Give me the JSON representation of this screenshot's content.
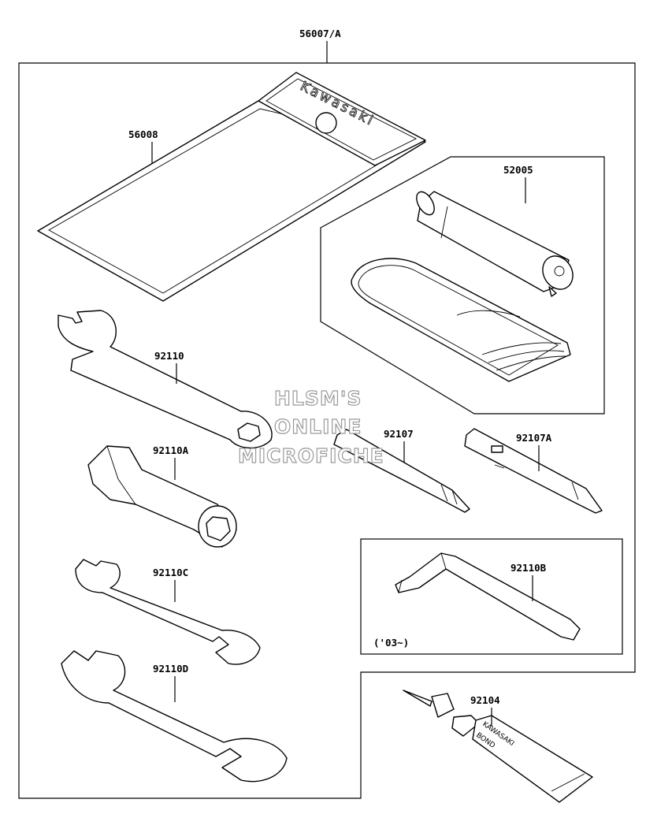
{
  "watermark": [
    "HLSM'S",
    "ONLINE",
    "MICROFICHE"
  ],
  "pouch_brand": "Kawasaki",
  "tube_brand": [
    "KAWASAKI",
    "BOND"
  ],
  "parts": {
    "kit": "56007/A",
    "pouch": "56008",
    "pump": "52005",
    "wrench_hook": "92110",
    "box_wrench": "92110A",
    "screwdriver": "92107",
    "screwdriver_a": "92107A",
    "hex_key": "92110B",
    "hex_key_note": "('03~)",
    "wrench_c": "92110C",
    "wrench_d": "92110D",
    "bond": "92104"
  }
}
